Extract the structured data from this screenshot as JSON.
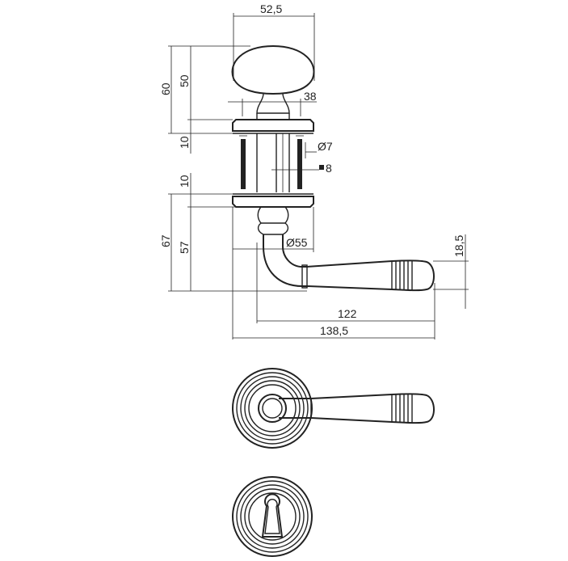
{
  "drawing": {
    "colors": {
      "line": "#222222",
      "background": "#ffffff"
    },
    "dimensions": {
      "knob_width": "52,5",
      "knob_total_height": "60",
      "knob_height": "50",
      "rose_thickness_top": "10",
      "spindle_offset": "38",
      "bolt_diameter": "Ø7",
      "spindle_square": "8",
      "rose_thickness_bottom": "10",
      "lever_total_height": "67",
      "lever_height": "57",
      "rose_diameter": "Ø55",
      "lever_grip_height": "18,5",
      "lever_length": "122",
      "overall_length": "138,5"
    },
    "icons": {
      "square_symbol": "square-icon"
    }
  }
}
